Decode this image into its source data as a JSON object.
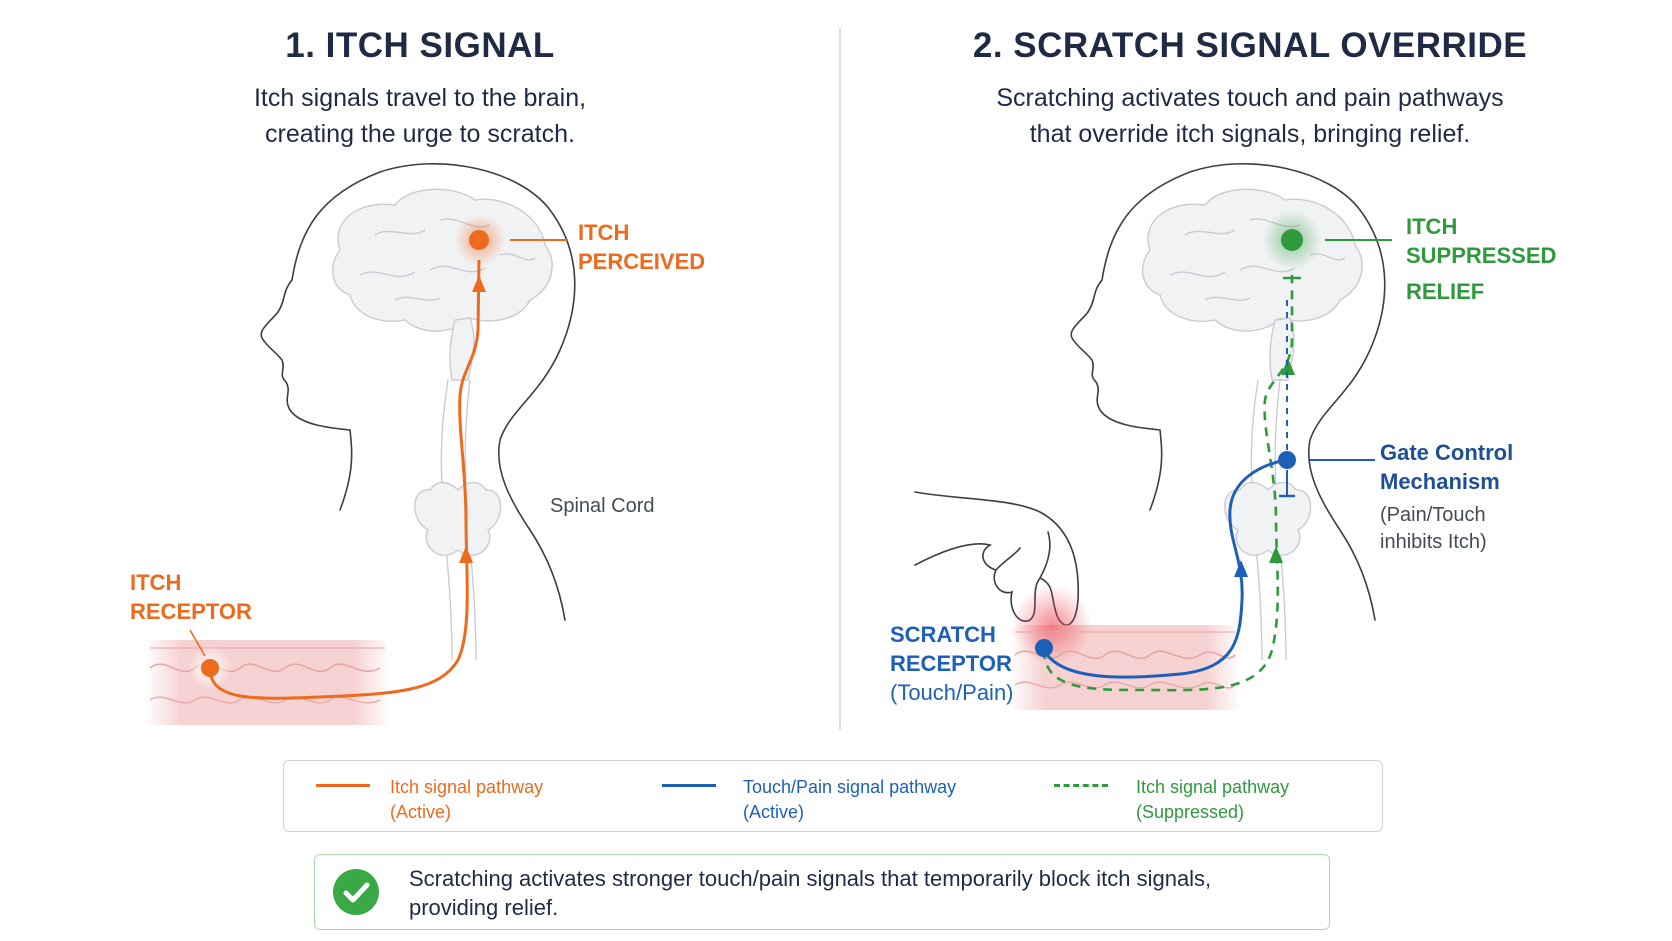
{
  "panel1": {
    "title": "1. ITCH SIGNAL",
    "subtitle_line1": "Itch signals travel to the brain,",
    "subtitle_line2": "creating the urge to scratch.",
    "label_perceived_1": "ITCH",
    "label_perceived_2": "PERCEIVED",
    "label_receptor_1": "ITCH",
    "label_receptor_2": "RECEPTOR",
    "label_spinal": "Spinal Cord"
  },
  "panel2": {
    "title": "2. SCRATCH SIGNAL OVERRIDE",
    "subtitle_line1": "Scratching activates touch and pain pathways",
    "subtitle_line2": "that override itch signals, bringing relief.",
    "label_suppressed_1": "ITCH",
    "label_suppressed_2": "SUPPRESSED",
    "label_relief": "RELIEF",
    "label_gate_1": "Gate Control",
    "label_gate_2": "Mechanism",
    "label_gate_3": "(Pain/Touch",
    "label_gate_4": "inhibits Itch)",
    "label_scratch_1": "SCRATCH",
    "label_scratch_2": "RECEPTOR",
    "label_scratch_3": "(Touch/Pain)"
  },
  "legend": {
    "items": [
      {
        "line1": "Itch signal pathway",
        "line2": "(Active)",
        "color": "#ee6a1c",
        "style": "solid"
      },
      {
        "line1": "Touch/Pain signal pathway",
        "line2": "(Active)",
        "color": "#1e5fb8",
        "style": "solid"
      },
      {
        "line1": "Itch signal pathway",
        "line2": "(Suppressed)",
        "color": "#2e9a3c",
        "style": "dashed"
      }
    ]
  },
  "summary": {
    "line1": "Scratching activates stronger touch/pain signals that temporarily block itch signals,",
    "line2": "providing relief.",
    "icon": "check-icon"
  },
  "colors": {
    "itch": "#ee6a1c",
    "touch_pain": "#1e5fb8",
    "suppressed": "#2e9a3c",
    "text": "#1f2a44"
  }
}
